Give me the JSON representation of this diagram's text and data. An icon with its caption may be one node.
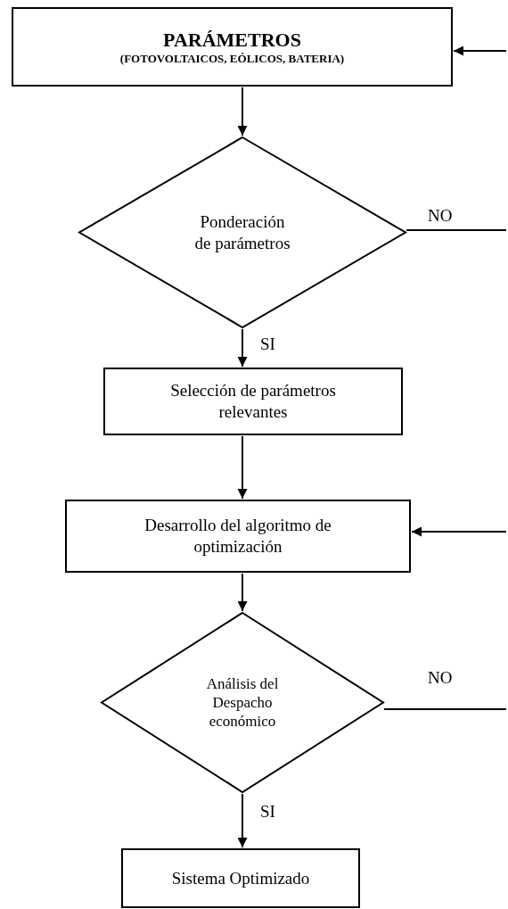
{
  "diagram": {
    "nodes": [
      {
        "text": [
          "PARÁMETROS",
          "(FOTOVOLTAICOS, EÓLICOS, BATERIA)"
        ]
      },
      {
        "text": [
          "Ponderación de parámetros"
        ]
      },
      {
        "text": [
          "Selección de parámetros relevantes"
        ]
      },
      {
        "text": [
          "Desarrollo del algoritmo de optimización"
        ]
      },
      {
        "text": [
          "Análisis del Despacho económico"
        ]
      },
      {
        "text": [
          "Sistema Optimizado"
        ]
      }
    ],
    "edges": [
      {
        "from": 0,
        "to": 1,
        "arrow": "to"
      },
      {
        "from": 1,
        "to": null,
        "arrow": "none",
        "label": "NO"
      },
      {
        "from": null,
        "to": 0,
        "arrow": "to"
      },
      {
        "from": 1,
        "to": 2,
        "arrow": "to",
        "label": "SI"
      },
      {
        "from": 2,
        "to": 3,
        "arrow": "to"
      },
      {
        "from": null,
        "to": 3,
        "arrow": "to"
      },
      {
        "from": 3,
        "to": 4,
        "arrow": "to"
      },
      {
        "from": 4,
        "to": null,
        "arrow": "none",
        "label": "NO"
      },
      {
        "from": 4,
        "to": 5,
        "arrow": "to",
        "label": "SI"
      }
    ]
  }
}
